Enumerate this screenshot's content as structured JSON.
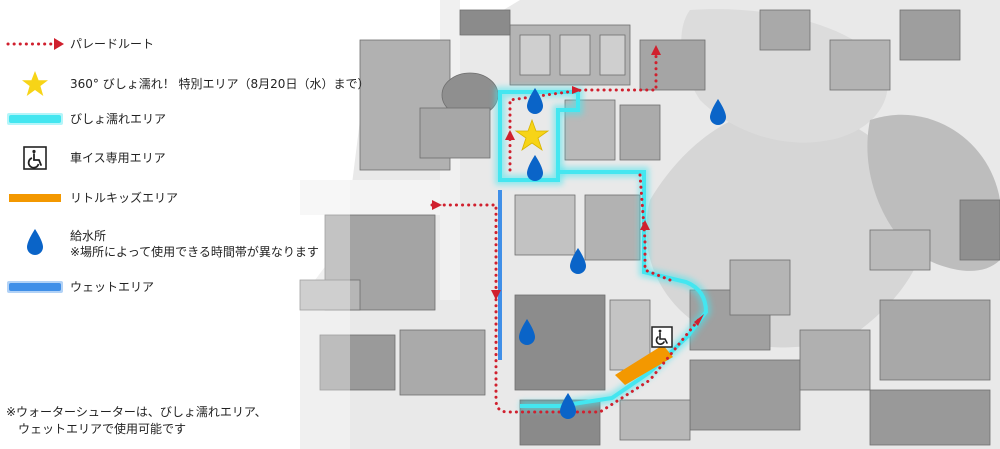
{
  "legend": {
    "parade_route": "パレードルート",
    "soak_zone_special": "360° びしょ濡れ！ 特別エリア（8月20日（水）まで）",
    "soak_zone": "びしょ濡れエリア",
    "wheelchair_zone": "車イス専用エリア",
    "kids_zone": "リトルキッズエリア",
    "water_station": "給水所",
    "water_station_note": "※場所によって使用できる時間帯が異なります",
    "wet_zone": "ウェットエリア"
  },
  "note": {
    "line1": "※ウォーターシューターは、びしょ濡れエリア、",
    "line2": "ウェットエリアで使用可能です"
  },
  "colors": {
    "parade_route": "#d0202e",
    "soak_zone": "#44e6f0",
    "wet_zone": "#3f8fe8",
    "kids_zone": "#f39800",
    "star": "#f7d417",
    "water_drop": "#0a64c8",
    "map_ground": "#e8e8e8",
    "map_building": "#9b9b9b"
  },
  "icons": {
    "route": "dotted-arrow-icon",
    "star": "star-icon",
    "wheelchair": "wheelchair-icon",
    "drop": "water-drop-icon"
  }
}
